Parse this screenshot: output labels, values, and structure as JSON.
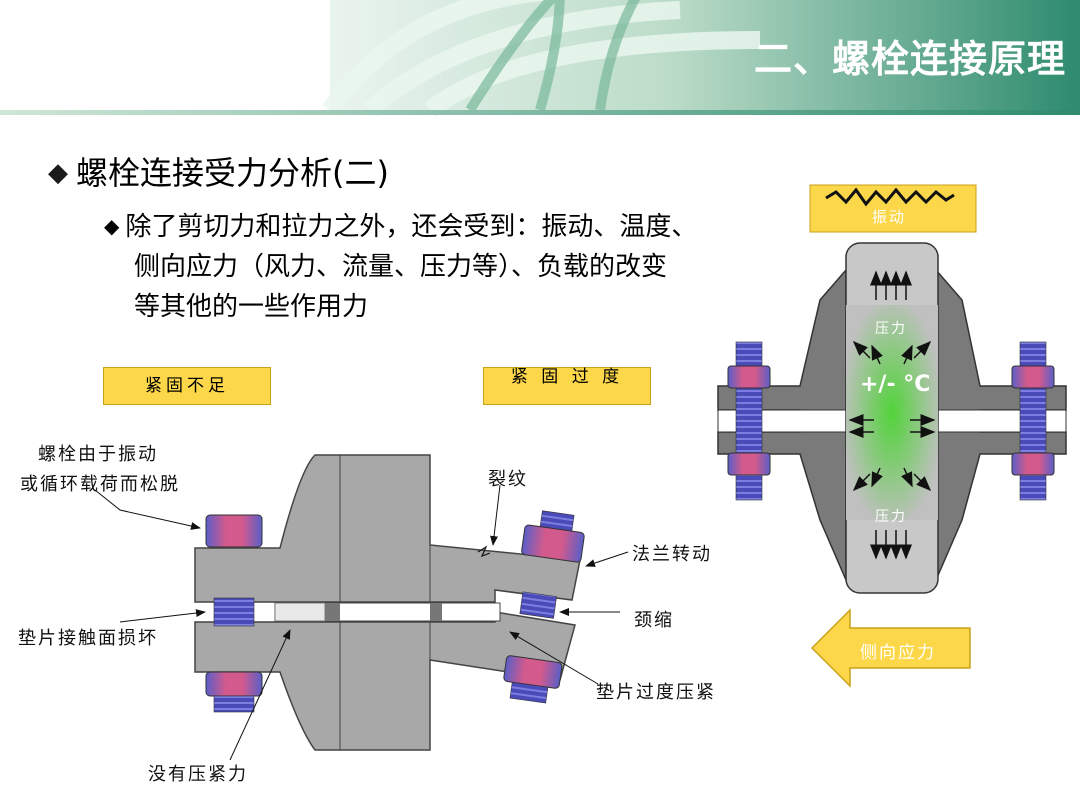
{
  "header": {
    "title": "二、螺栓连接原理"
  },
  "heading": {
    "bullet": "◆",
    "text": "螺栓连接受力分析(二)"
  },
  "subpoint": {
    "bullet": "◆",
    "lines": [
      "除了剪切力和拉力之外，还会受到：振动、温度、",
      "侧向应力（风力、流量、压力等）、负载的改变",
      "等其他的一些作用力"
    ]
  },
  "left_diagram": {
    "box_insufficient": "紧固不足",
    "box_over": "紧 固 过 度",
    "label_loosen_1": "螺栓由于振动",
    "label_loosen_2": "或循环载荷而松脱",
    "label_gasket_damage": "垫片接触面损坏",
    "label_no_pressure": "没有压紧力",
    "label_crack": "裂纹",
    "label_flange_rotation": "法兰转动",
    "label_necking": "颈缩",
    "label_gasket_over": "垫片过度压紧"
  },
  "right_diagram": {
    "vibration": "振动",
    "pressure_top": "压力",
    "temperature": "+/- °C",
    "pressure_bottom": "压力",
    "lateral_stress": "侧向应力"
  },
  "colors": {
    "header_green": "#2e8b6e",
    "label_yellow": "#fcd74a",
    "bolt_blue": "#4a4bb8",
    "nut_pink": "#d25a8c",
    "flange_gray": "#a8a8a8",
    "pipe_green": "#52d33a"
  }
}
